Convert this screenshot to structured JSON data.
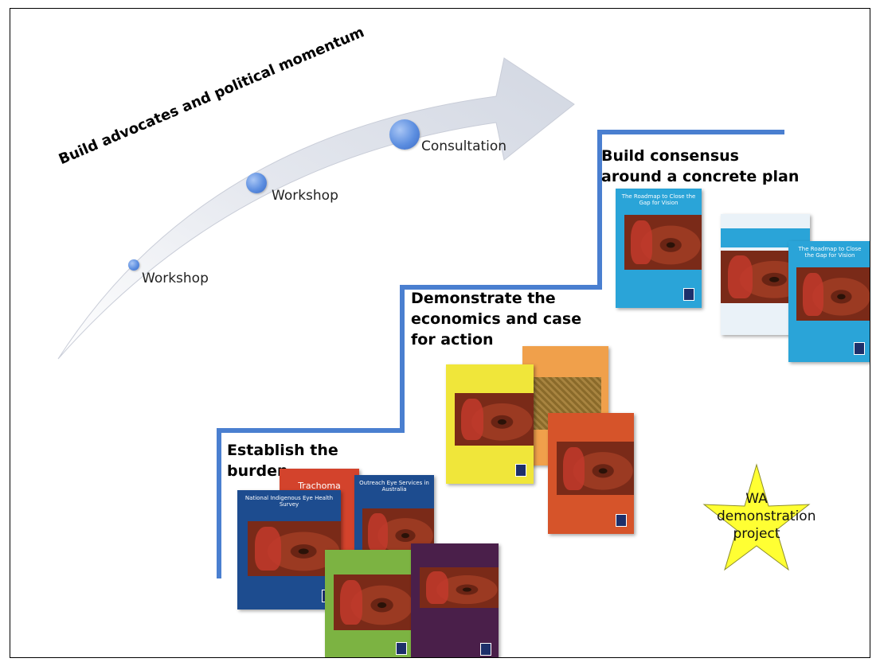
{
  "arrow": {
    "heading": "Build advocates and political momentum",
    "nodes": [
      {
        "label": "Workshop"
      },
      {
        "label": "Workshop"
      },
      {
        "label": "Consultation"
      }
    ]
  },
  "stairs": {
    "steps": [
      {
        "label": "Establish the burden"
      },
      {
        "label": "Demonstrate the economics and case for action"
      },
      {
        "label": "Build consensus around a concrete plan"
      }
    ]
  },
  "reports": {
    "step1": [
      {
        "title": "Trachoma",
        "color": "#d3432c"
      },
      {
        "title": "National Indigenous Eye Health Survey",
        "color": "#1d4c8f"
      },
      {
        "title": "Outreach Eye Services in Australia",
        "color": "#1d4c8f"
      },
      {
        "title": "",
        "color": "#7cb342"
      },
      {
        "title": "",
        "color": "#4a1f4a"
      }
    ],
    "step2": [
      {
        "title": "",
        "color": "#f0e63a"
      },
      {
        "title": "",
        "color": "#f0a04b"
      },
      {
        "title": "",
        "color": "#d6542a"
      }
    ],
    "step3": [
      {
        "title": "The Roadmap to Close the Gap for Vision",
        "color": "#2aa4d8"
      },
      {
        "title": "",
        "color": "#eaf2f8"
      },
      {
        "title": "The Roadmap to Close the Gap for Vision",
        "color": "#2aa4d8"
      }
    ]
  },
  "star": {
    "label": "WA demonstration project",
    "fill": "#ffff33"
  },
  "colors": {
    "arrow_fill": "#d9dde6",
    "stair_line": "#4a7fd0"
  }
}
